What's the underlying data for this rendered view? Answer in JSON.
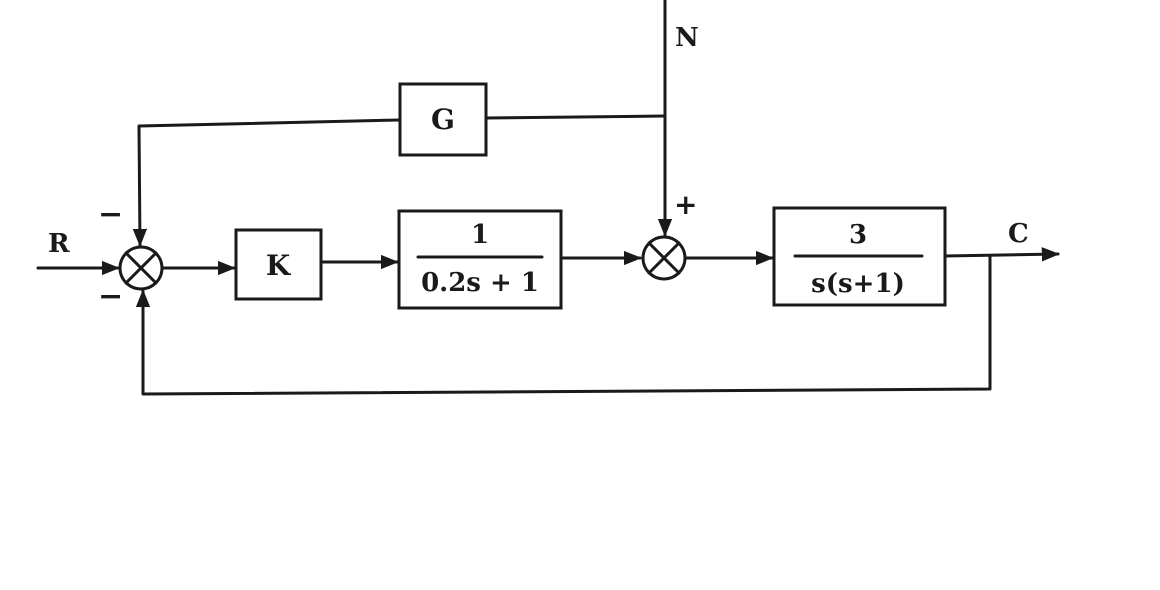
{
  "signals": {
    "input": "R",
    "output": "C",
    "disturbance": "N"
  },
  "blocks": {
    "gain": "K",
    "filter": {
      "numerator": "1",
      "denominator": "0.2s + 1"
    },
    "plant": {
      "numerator": "3",
      "denominator": "s(s+1)"
    },
    "feedforward": "G"
  },
  "signs": {
    "summer1_top": "−",
    "summer1_bottom": "−",
    "summer2_top": "+"
  },
  "colors": {
    "ink": "#1a1a1a",
    "background": "#ffffff"
  }
}
